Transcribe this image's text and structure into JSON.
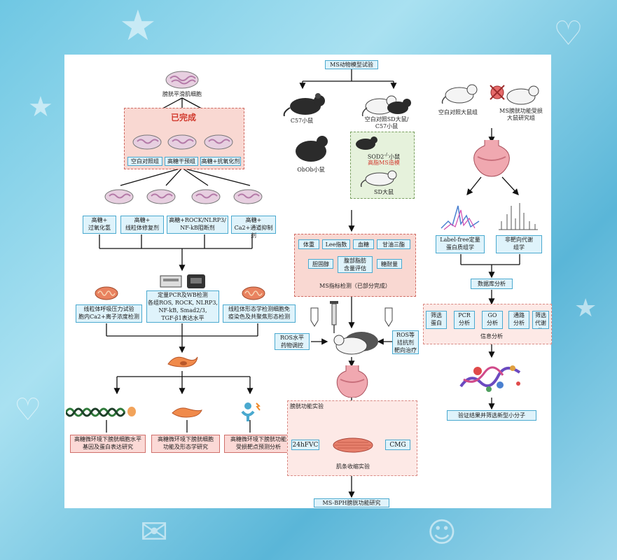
{
  "left": {
    "top_cell": "膀胱平滑肌细胞",
    "completed_title": "已完成",
    "group1": [
      "空白对照组",
      "高糖干预组",
      "高糖+抗氧化剂"
    ],
    "group2": [
      "高糖+\n过氧化氢",
      "高糖+\n线粒体修复剂",
      "高糖+ROCK/NLRP3/\nNF-kB阻断剂",
      "高糖+\nCa2+通道抑制剂"
    ],
    "assay_left": "线粒体呼吸压力试验\n胞内Ca2+离子浓度检测",
    "assay_center": "定量PCR及WB检测\n各组ROS, ROCK, NLRP3,\nNF-kB, Smad2/3,\nTGF-β1表达水平",
    "assay_right": "线粒体形态学检测细胞免\n疫染色及共聚焦形态检测",
    "out": [
      "高糖微环境下膀胱细胞水平\n基因及蛋白表达研究",
      "高糖微环境下膀胱细胞\n功能及形态学研究",
      "高糖微环境下膀胱功能\n受损靶点预测分析"
    ]
  },
  "middle": {
    "title": "MS动物模型试验",
    "c57": "C57小鼠",
    "sd_label": "空白对照SD大鼠/\nC57小鼠",
    "obob": "ObOb小鼠",
    "sod2": "SOD2",
    "sod2_sup": "-/-",
    "sod2_suffix": "小鼠",
    "high_fat": "高脂MS造模",
    "sd_rat": "SD大鼠",
    "metrics": [
      "体重",
      "Lee指数",
      "血糖",
      "甘油三酯",
      "胆固醇",
      "腹部脂肪\n含量评估",
      "糖耐量"
    ],
    "metrics_caption": "MS指标检测（已部分完成）",
    "ros_left": "ROS水平\n药物调控",
    "ros_right": "ROS等\n拮抗剂\n靶向治疗",
    "bladder_exp": "膀胱功能实验",
    "fvc": "24hFVC",
    "cmg": "CMG",
    "muscle": "肌条收缩实验",
    "final": "MS-BPH膀胱功能研究"
  },
  "right": {
    "ctrl_group": "空白对照大鼠组",
    "ms_group": "MS膀胱功能受损\n大鼠研究组",
    "label_free": "Label-free定量\n蛋白质组学",
    "untargeted": "非靶向代谢\n组学",
    "db_analysis": "数据库分析",
    "info_items": [
      "筛选\n蛋白",
      "PCR\n分析",
      "GO\n分析",
      "通路\n分析",
      "筛选\n代谢物"
    ],
    "info_caption": "信息分析",
    "verify": "验证结果并筛选新型小分子"
  },
  "colors": {
    "blue_fill": "#dff3fb",
    "pink_fill": "#fbd9d6",
    "green_fill": "#e6f2dc",
    "accent_red": "#d23b2f"
  }
}
